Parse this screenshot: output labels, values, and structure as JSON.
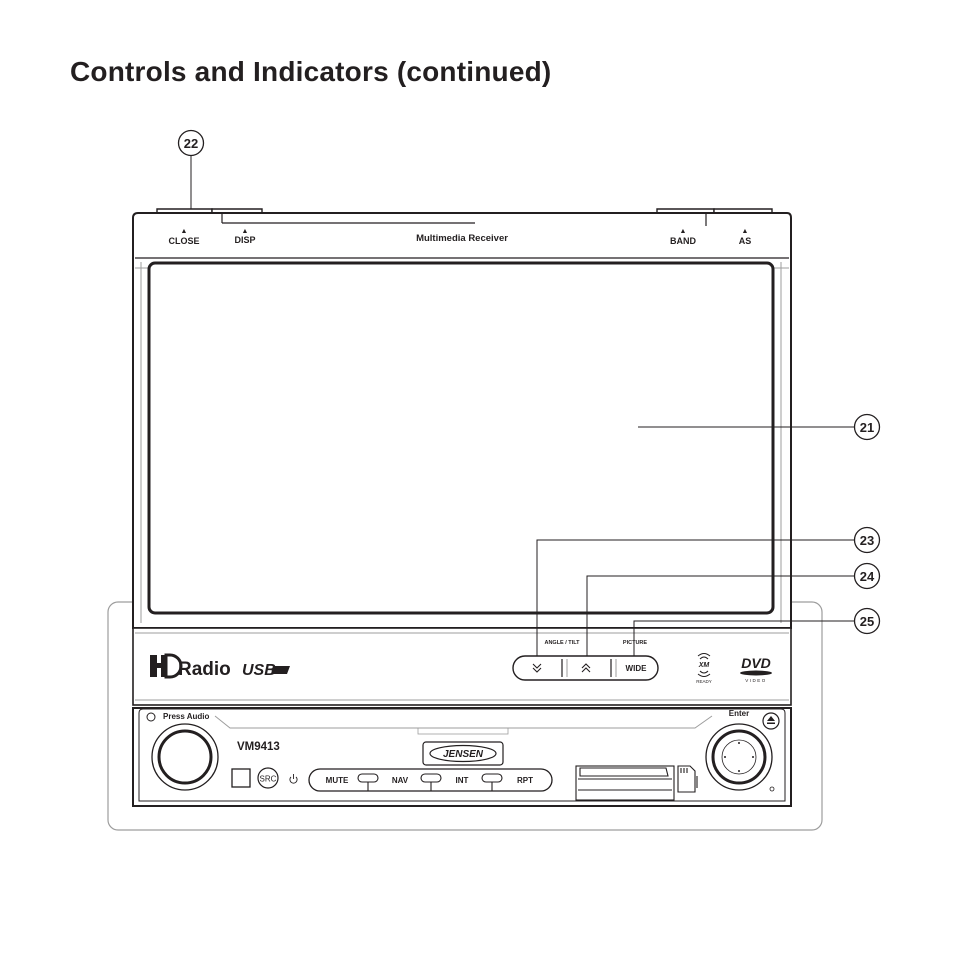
{
  "title": "Controls and Indicators (continued)",
  "callouts": {
    "c21": "21",
    "c22": "22",
    "c23": "23",
    "c24": "24",
    "c25": "25"
  },
  "screen": {
    "close": "CLOSE",
    "disp": "DISP",
    "band": "BAND",
    "as": "AS",
    "header": "Multimedia Receiver",
    "arrow": "▲"
  },
  "front": {
    "hd_radio": "Radio",
    "usb": "USB",
    "angle_tilt": "ANGLE / TILT",
    "picture": "PICTURE",
    "wide": "WIDE",
    "xm": "XM",
    "xm_ready": "READY",
    "dvd": "DVD",
    "dvd_video": "VIDEO",
    "press_audio": "Press Audio",
    "model": "VM9413",
    "brand": "JENSEN",
    "src": "SRC",
    "mute": "MUTE",
    "nav": "NAV",
    "int": "INT",
    "rpt": "RPT",
    "enter": "Enter"
  },
  "colors": {
    "ink": "#231f20",
    "light": "#9d9d9d"
  }
}
